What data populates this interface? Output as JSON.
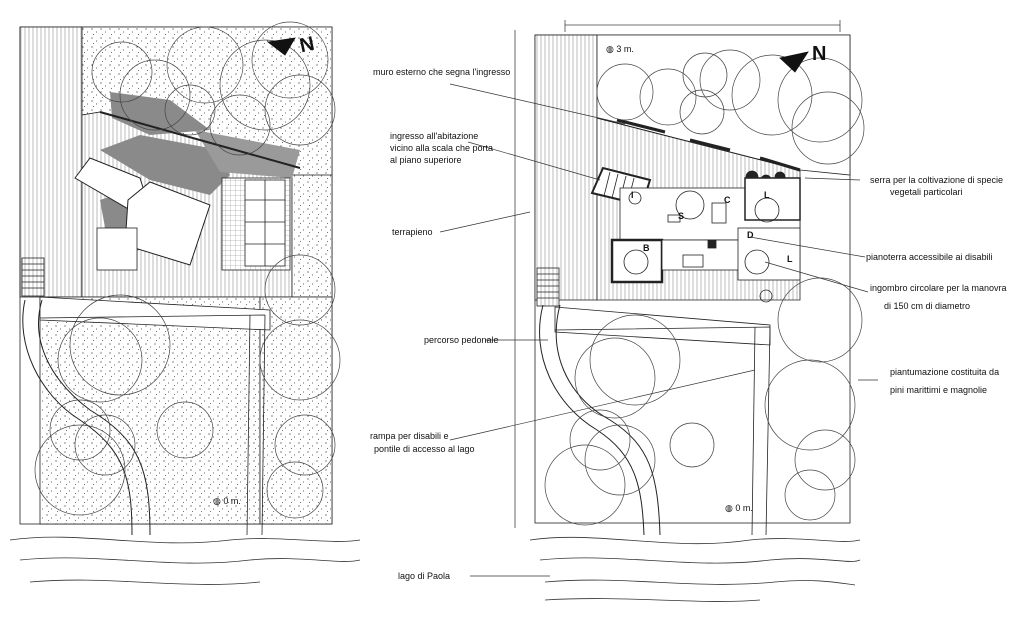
{
  "north_labels": {
    "left": "N",
    "right": "N"
  },
  "elevations": {
    "left_bottom": "0 m.",
    "right_top": "3 m.",
    "right_bottom": "0 m."
  },
  "rooms": {
    "i": "I",
    "s": "S",
    "c": "C",
    "l1": "L",
    "b": "B",
    "d": "D",
    "l2": "L"
  },
  "annotations": {
    "muro": "muro esterno che segna l'ingresso",
    "ingresso_1": "ingresso all'abitazione",
    "ingresso_2": "vicino alla scala che porta",
    "ingresso_3": "al piano superiore",
    "terrapieno": "terrapieno",
    "percorso": "percorso pedonale",
    "rampa_1": "rampa per disabili e",
    "rampa_2": "pontile di accesso al lago",
    "lago": "lago di Paola",
    "serra_1": "serra per la coltivazione di  specie",
    "serra_2": "vegetali particolari",
    "pianoterra": "pianoterra accessibile ai disabili",
    "ingombro_1": "ingombro circolare per la manovra",
    "ingombro_2": "di 150 cm di diametro",
    "piantumazione_1": "piantumazione costituita da",
    "piantumazione_2": "pini marittimi e magnolie"
  },
  "colors": {
    "line": "#222222",
    "shadow": "#8a8a8a",
    "paper": "#ffffff"
  }
}
